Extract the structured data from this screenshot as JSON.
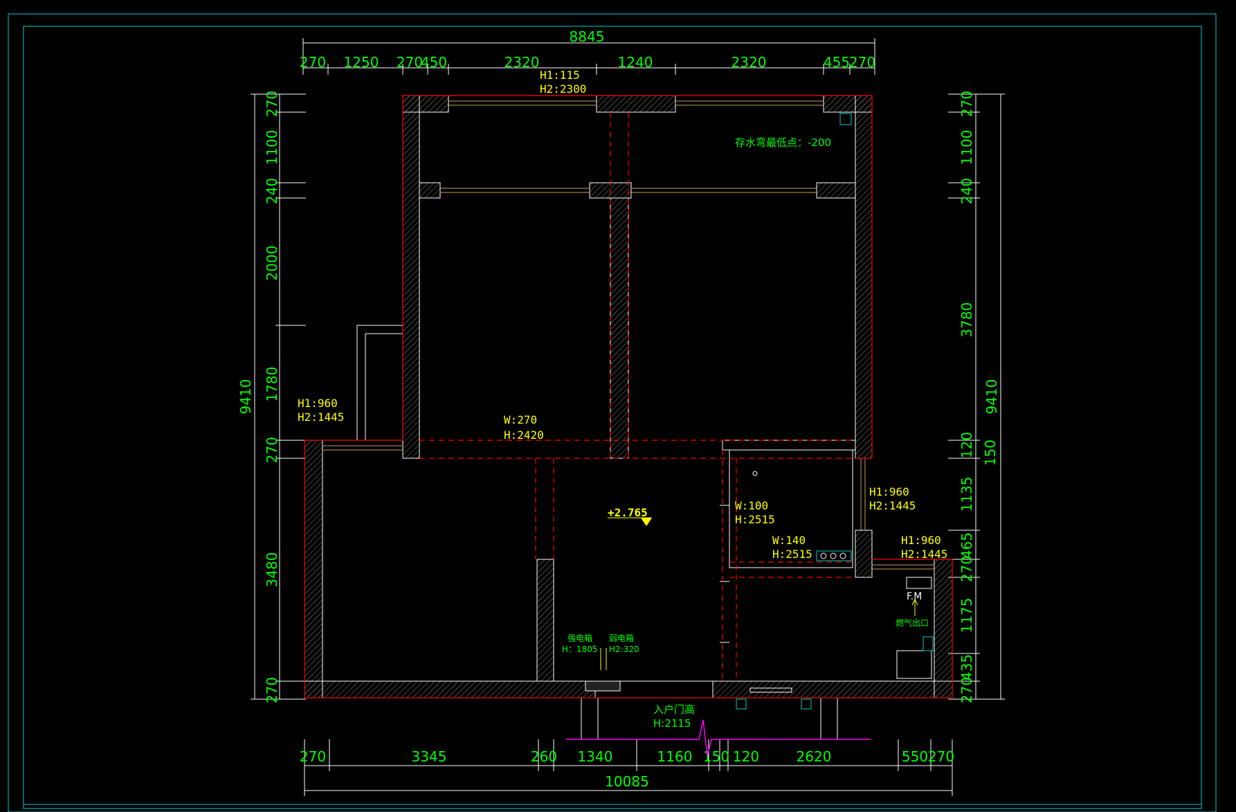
{
  "drawing": {
    "top_total": "8845",
    "top_segments": [
      "270",
      "1250",
      "270",
      "450",
      "2320",
      "1240",
      "2320",
      "455",
      "270"
    ],
    "bottom_total": "10085",
    "bottom_segments": [
      "270",
      "3345",
      "260",
      "1340",
      "1160",
      "150",
      "120",
      "2620",
      "550",
      "270"
    ],
    "left_total": "9410",
    "left_segments": [
      "270",
      "1100",
      "240",
      "2000",
      "1780",
      "270",
      "3480",
      "270"
    ],
    "right_total": "9410",
    "right_segments": [
      "270",
      "1100",
      "240",
      "3780",
      "120",
      "150",
      "1135",
      "465",
      "270",
      "1175",
      "435",
      "270"
    ]
  },
  "annotations": {
    "top_window_h1": "H1:115",
    "top_window_h2": "H2:2300",
    "trap_low": "存水弯最低点：-200",
    "left_window_h1": "H1:960",
    "left_window_h2": "H2:1445",
    "beam_w": "W:270",
    "beam_h": "H:2420",
    "right_window_h1": "H1:960",
    "right_window_h2": "H2:1445",
    "beam2_w": "W:100",
    "beam2_h": "H:2515",
    "beam3_w": "W:140",
    "beam3_h": "H:2515",
    "kitchen_window_h1": "H1:960",
    "kitchen_window_h2": "H2:1445",
    "elevation": "+2.765",
    "strong_box": "强电箱",
    "strong_box_h": "H：1805",
    "weak_box": "弱电箱",
    "weak_box_h": "H2:320",
    "gas_meter": "F.M",
    "gas_outlet": "燃气出口",
    "entry_door": "入户门高",
    "entry_door_h": "H:2115"
  },
  "colors": {
    "background": "#000000",
    "dimension": "#00ff00",
    "annotation": "#ffff00",
    "outline": "#ff0000",
    "frame": "#00cccc",
    "wall": "#ffffff",
    "window": "#c8a060",
    "break_line": "#ff00ff"
  }
}
